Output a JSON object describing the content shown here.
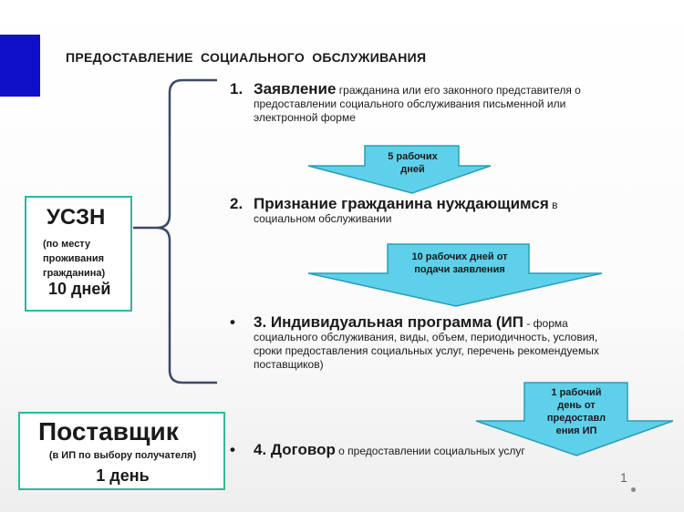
{
  "title": "ПРЕДОСТАВЛЕНИЕ СОЦИАЛЬНОГО ОБСЛУЖИВАНИЯ",
  "uszn": {
    "name": "УСЗН",
    "note_line1": "(по месту",
    "note_line2": "проживания",
    "note_line3": "гражданина)",
    "days": "10 дней"
  },
  "supplier": {
    "name": "Поставщик",
    "note": "(в ИП по выбору получателя)",
    "days": "1 день"
  },
  "steps": [
    {
      "number": "1.",
      "head": "Заявление",
      "text_line1": " гражданина или его законного представителя о",
      "text_line2": "предоставлении социального обслуживания письменной или",
      "text_line3": "электронной форме"
    },
    {
      "number": "2.",
      "head": "Признание гражданина нуждающимся",
      "text_line1": " в",
      "text_line2": "социальном обслуживании"
    },
    {
      "number": "•",
      "head": "3. Индивидуальная программа (ИП",
      "text_line1": " - форма",
      "text_line2": "социального обслуживания, виды, объем, периодичность, условия,",
      "text_line3": "сроки предоставления социальных услуг, перечень рекомендуемых",
      "text_line4": "поставщиков)"
    },
    {
      "number": "•",
      "head": "4. Договор",
      "text_line1": " о предоставлении социальных услуг"
    }
  ],
  "arrows": [
    {
      "line1": "5 рабочих",
      "line2": "дней"
    },
    {
      "line1": "10 рабочих дней от",
      "line2": "подачи заявления"
    },
    {
      "line1": "1 рабочий",
      "line2": "день от",
      "line3": "предоставл",
      "line4": "ения ИП"
    }
  ],
  "page_number": "1",
  "colors": {
    "arrow_fill": "#5fd0ea",
    "arrow_stroke": "#2a9db8",
    "box_border": "#2fb89a",
    "brace": "#3a4a66",
    "accent_square": "#1010c8"
  }
}
